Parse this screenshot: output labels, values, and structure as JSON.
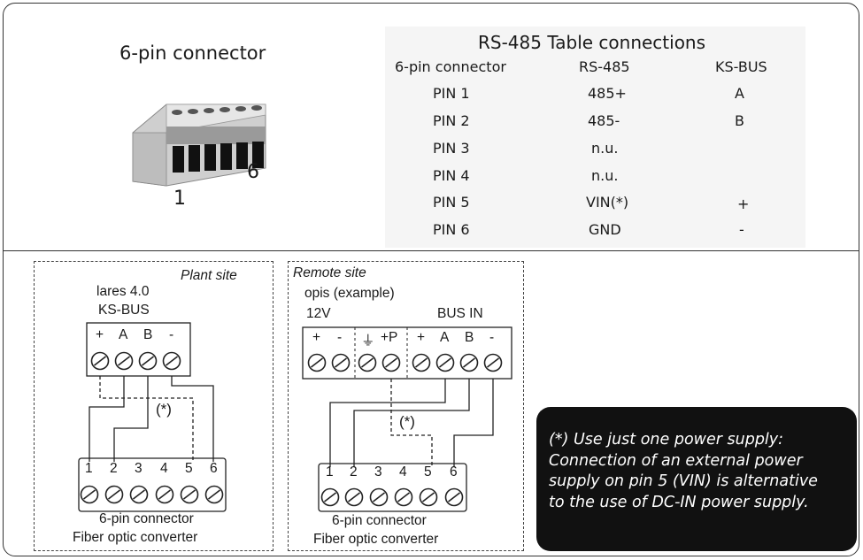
{
  "connector": {
    "title": "6-pin connector",
    "pin_first": "1",
    "pin_last": "6"
  },
  "table": {
    "title": "RS-485 Table connections",
    "headers": [
      "6-pin connector",
      "RS-485",
      "KS-BUS"
    ],
    "rows": [
      [
        "PIN 1",
        "485+",
        "A"
      ],
      [
        "PIN 2",
        "485-",
        "B"
      ],
      [
        "PIN 3",
        "n.u.",
        ""
      ],
      [
        "PIN 4",
        "n.u.",
        ""
      ],
      [
        "PIN 5",
        "VIN(*)",
        "+"
      ],
      [
        "PIN 6",
        "GND",
        "-"
      ]
    ]
  },
  "plant": {
    "site_label": "Plant site",
    "device_line1": "lares 4.0",
    "device_line2": "KS-BUS",
    "terminals": [
      "+",
      "A",
      "B",
      "-"
    ],
    "asterisk": "(*)",
    "pins": [
      "1",
      "2",
      "3",
      "4",
      "5",
      "6"
    ],
    "caption1": "6-pin connector",
    "caption2": "Fiber optic converter"
  },
  "remote": {
    "site_label": "Remote site",
    "device_line1": "opis (example)",
    "label_12v": "12V",
    "label_bus": "BUS IN",
    "terminals": [
      "+",
      "-",
      "⏚",
      "+P",
      "+",
      "A",
      "B",
      "-"
    ],
    "asterisk": "(*)",
    "pins": [
      "1",
      "2",
      "3",
      "4",
      "5",
      "6"
    ],
    "caption1": "6-pin connector",
    "caption2": "Fiber optic converter"
  },
  "note": {
    "line1": "(*) Use just one power supply:",
    "line2": "Connection of an external power",
    "line3": "supply on pin 5 (VIN) is alternative",
    "line4": "to the use of DC-IN power supply."
  }
}
